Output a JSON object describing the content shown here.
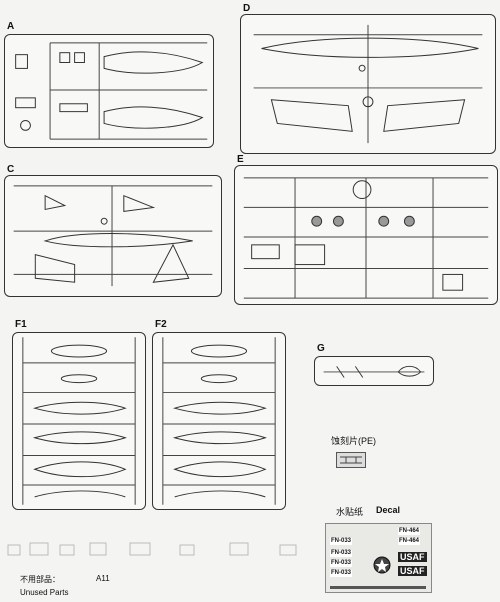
{
  "sprues": [
    {
      "letter": "A"
    },
    {
      "letter": "C"
    },
    {
      "letter": "D"
    },
    {
      "letter": "E"
    },
    {
      "letter": "F1"
    },
    {
      "letter": "F2"
    },
    {
      "letter": "G"
    }
  ],
  "labels": {
    "pe_cn": "蚀刻片(PE)",
    "decal_cn": "水贴纸",
    "decal_en": "Decal",
    "unused_cn": "不用部品：",
    "unused_part": "A11",
    "unused_en": "Unused Parts"
  },
  "decal": {
    "codes": [
      "FN-033",
      "FN-033",
      "FN-033",
      "FN-033"
    ],
    "right_codes": [
      "FN-464",
      "FN-464"
    ],
    "usaf": "USAF"
  },
  "colors": {
    "line": "#333333",
    "paper": "#f4f4f2",
    "decal_dark": "#222222"
  }
}
